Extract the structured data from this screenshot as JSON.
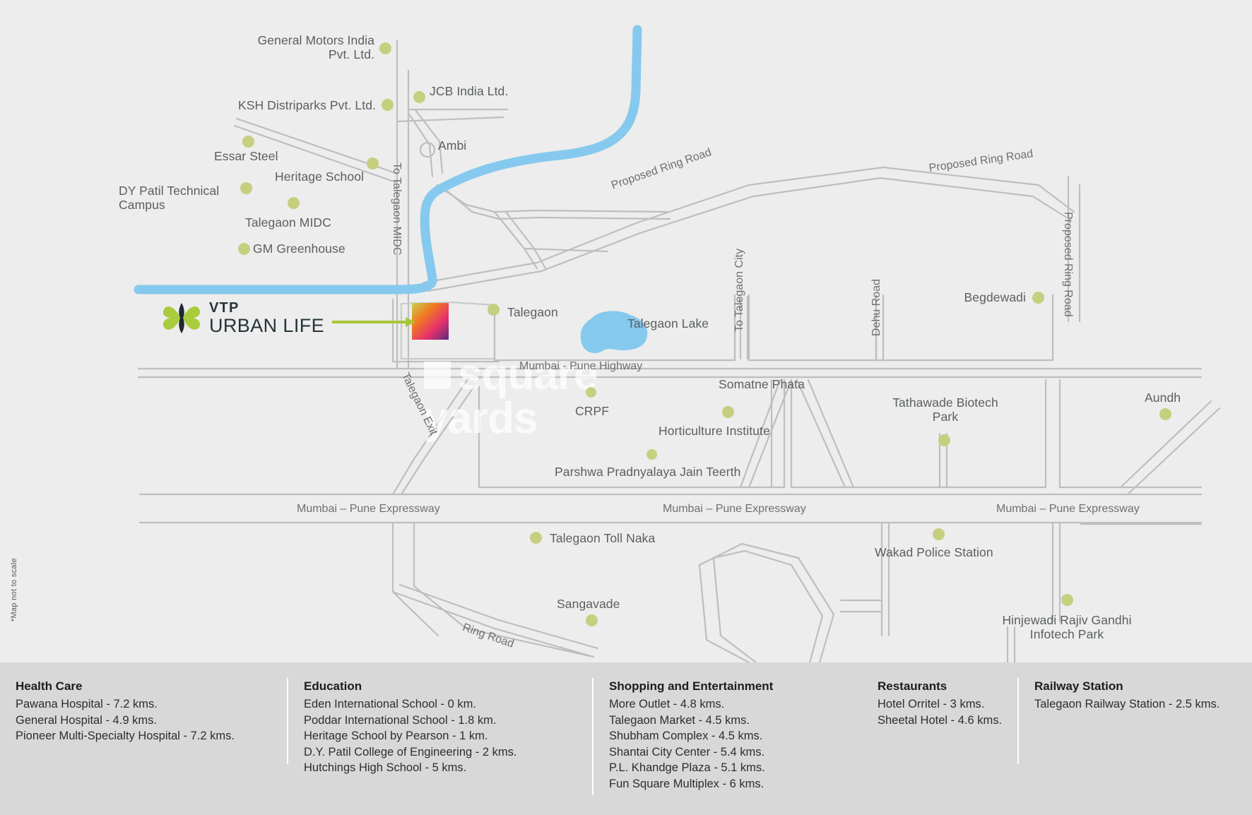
{
  "project": {
    "brand_top": "VTP",
    "brand_name": "URBAN LIFE"
  },
  "map": {
    "footnote": "*Map not to scale",
    "watermark_line1": "square",
    "watermark_line2": "yards",
    "colors": {
      "background": "#ecedec",
      "road": "#bdbfbe",
      "water": "#86c9ee",
      "pin": "#c6cf7f",
      "legend_bg": "#d8d8d8"
    },
    "places": [
      {
        "id": "general-motors",
        "label": "General Motors India\nPvt. Ltd."
      },
      {
        "id": "jcb-india",
        "label": "JCB India Ltd."
      },
      {
        "id": "ksh-distriparks",
        "label": "KSH Distriparks Pvt. Ltd."
      },
      {
        "id": "ambi",
        "label": "Ambi"
      },
      {
        "id": "essar-steel",
        "label": "Essar Steel"
      },
      {
        "id": "heritage-school",
        "label": "Heritage School"
      },
      {
        "id": "dy-patil",
        "label": "DY Patil Technical\nCampus"
      },
      {
        "id": "talegaon-midc",
        "label": "Talegaon MIDC"
      },
      {
        "id": "gm-greenhouse",
        "label": "GM Greenhouse"
      },
      {
        "id": "talegaon",
        "label": "Talegaon"
      },
      {
        "id": "talegaon-lake",
        "label": "Talegaon Lake"
      },
      {
        "id": "begdewadi",
        "label": "Begdewadi"
      },
      {
        "id": "crpf",
        "label": "CRPF"
      },
      {
        "id": "somatne-phata",
        "label": "Somatne Phata"
      },
      {
        "id": "horticulture",
        "label": "Horticulture Institute"
      },
      {
        "id": "tathawade",
        "label": "Tathawade Biotech\nPark"
      },
      {
        "id": "aundh",
        "label": "Aundh"
      },
      {
        "id": "parshwa",
        "label": "Parshwa Pradnyalaya Jain Teerth"
      },
      {
        "id": "toll-naka",
        "label": "Talegaon Toll Naka"
      },
      {
        "id": "wakad-police",
        "label": "Wakad Police Station"
      },
      {
        "id": "sangavade",
        "label": "Sangavade"
      },
      {
        "id": "hinjewadi",
        "label": "Hinjewadi Rajiv Gandhi\nInfotech Park"
      }
    ],
    "roads": [
      {
        "id": "to-talegaon-midc",
        "label": "To Talegaon MIDC"
      },
      {
        "id": "proposed-ring-1",
        "label": "Proposed Ring Road"
      },
      {
        "id": "proposed-ring-2",
        "label": "Proposed Ring Road"
      },
      {
        "id": "proposed-ring-3",
        "label": "Proposed Ring Road"
      },
      {
        "id": "to-talegaon-city",
        "label": "To Talegaon City"
      },
      {
        "id": "dehu-road",
        "label": "Dehu Road"
      },
      {
        "id": "mumbai-pune-highway",
        "label": "Mumbai - Pune Highway"
      },
      {
        "id": "talegaon-exit",
        "label": "Talegaon Exit"
      },
      {
        "id": "expressway-1",
        "label": "Mumbai – Pune Expressway"
      },
      {
        "id": "expressway-2",
        "label": "Mumbai – Pune Expressway"
      },
      {
        "id": "expressway-3",
        "label": "Mumbai – Pune Expressway"
      },
      {
        "id": "ring-road",
        "label": "Ring Road"
      }
    ]
  },
  "legend": {
    "columns": [
      {
        "id": "health-care",
        "title": "Health Care",
        "items": [
          "Pawana Hospital - 7.2 kms.",
          "General Hospital - 4.9 kms.",
          "Pioneer Multi-Specialty Hospital - 7.2 kms."
        ]
      },
      {
        "id": "education",
        "title": "Education",
        "items": [
          "Eden International School - 0 km.",
          "Poddar International School - 1.8 km.",
          "Heritage School by Pearson - 1 km.",
          "D.Y. Patil College of Engineering - 2 kms.",
          "Hutchings High School - 5 kms."
        ]
      },
      {
        "id": "shopping-and-entertainment",
        "title": "Shopping and Entertainment",
        "items": [
          "More Outlet - 4.8 kms.",
          "Talegaon Market - 4.5 kms.",
          "Shubham Complex - 4.5 kms.",
          "Shantai City Center - 5.4 kms.",
          "P.L. Khandge Plaza - 5.1 kms.",
          "Fun Square Multiplex - 6 kms."
        ]
      },
      {
        "id": "restaurants",
        "title": "Restaurants",
        "items": [
          "Hotel Orritel - 3 kms.",
          "Sheetal Hotel - 4.6 kms."
        ]
      },
      {
        "id": "railway-station",
        "title": "Railway Station",
        "items": [
          "Talegaon Railway Station - 2.5 kms."
        ]
      }
    ]
  }
}
